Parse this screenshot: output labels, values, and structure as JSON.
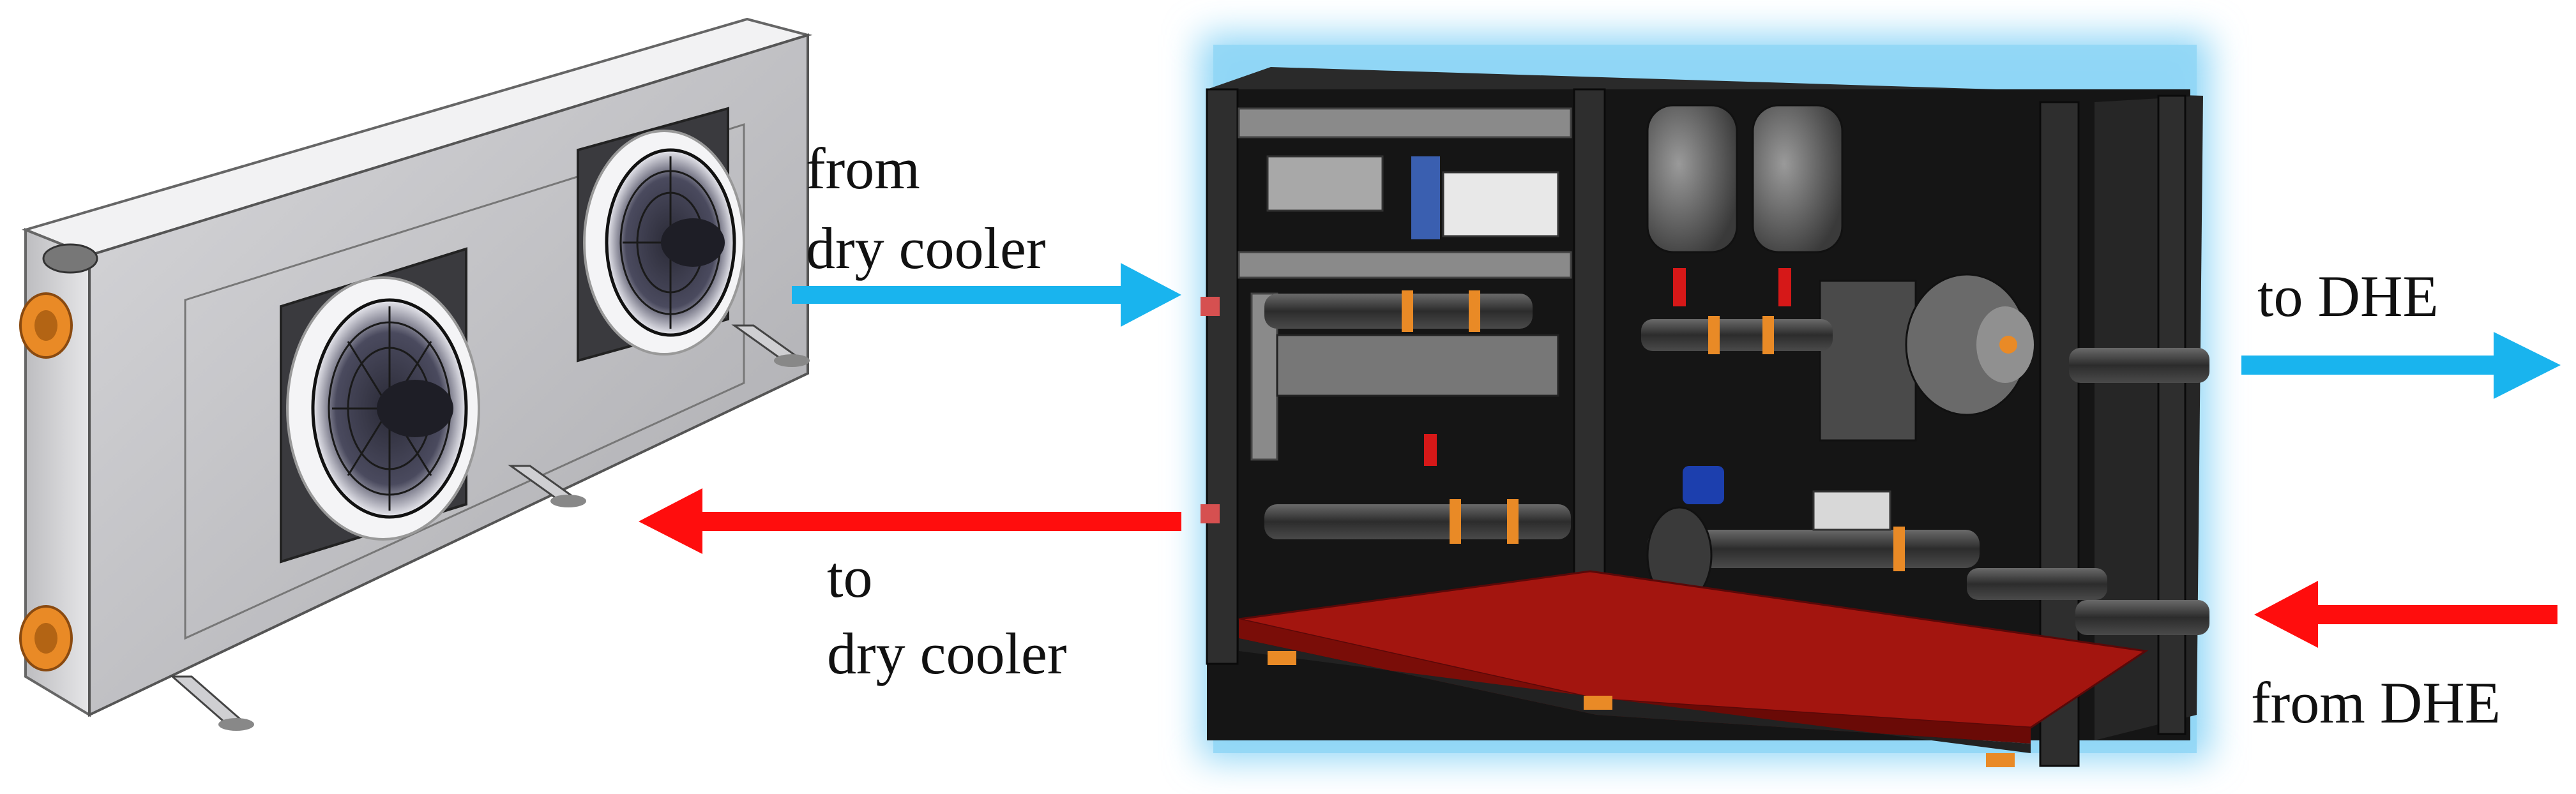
{
  "labels": {
    "from_dry_cooler": {
      "line1": "from",
      "line2": "dry cooler"
    },
    "to_dry_cooler": {
      "line1": "to",
      "line2": "dry cooler"
    },
    "to_dhe": "to DHE",
    "from_dhe": "from DHE"
  },
  "colors": {
    "cold_flow": "#19b4ee",
    "hot_flow": "#ff0d0d",
    "glow": "#8fd6f6",
    "cabinet": "#1e1e1e",
    "skid": "#a3150f",
    "cooler_body": "#d4d4d6",
    "flange": "#e98a26"
  },
  "icons": {
    "dry_cooler": "dry-cooler-illustration",
    "skid": "heat-pump-skid-illustration"
  }
}
